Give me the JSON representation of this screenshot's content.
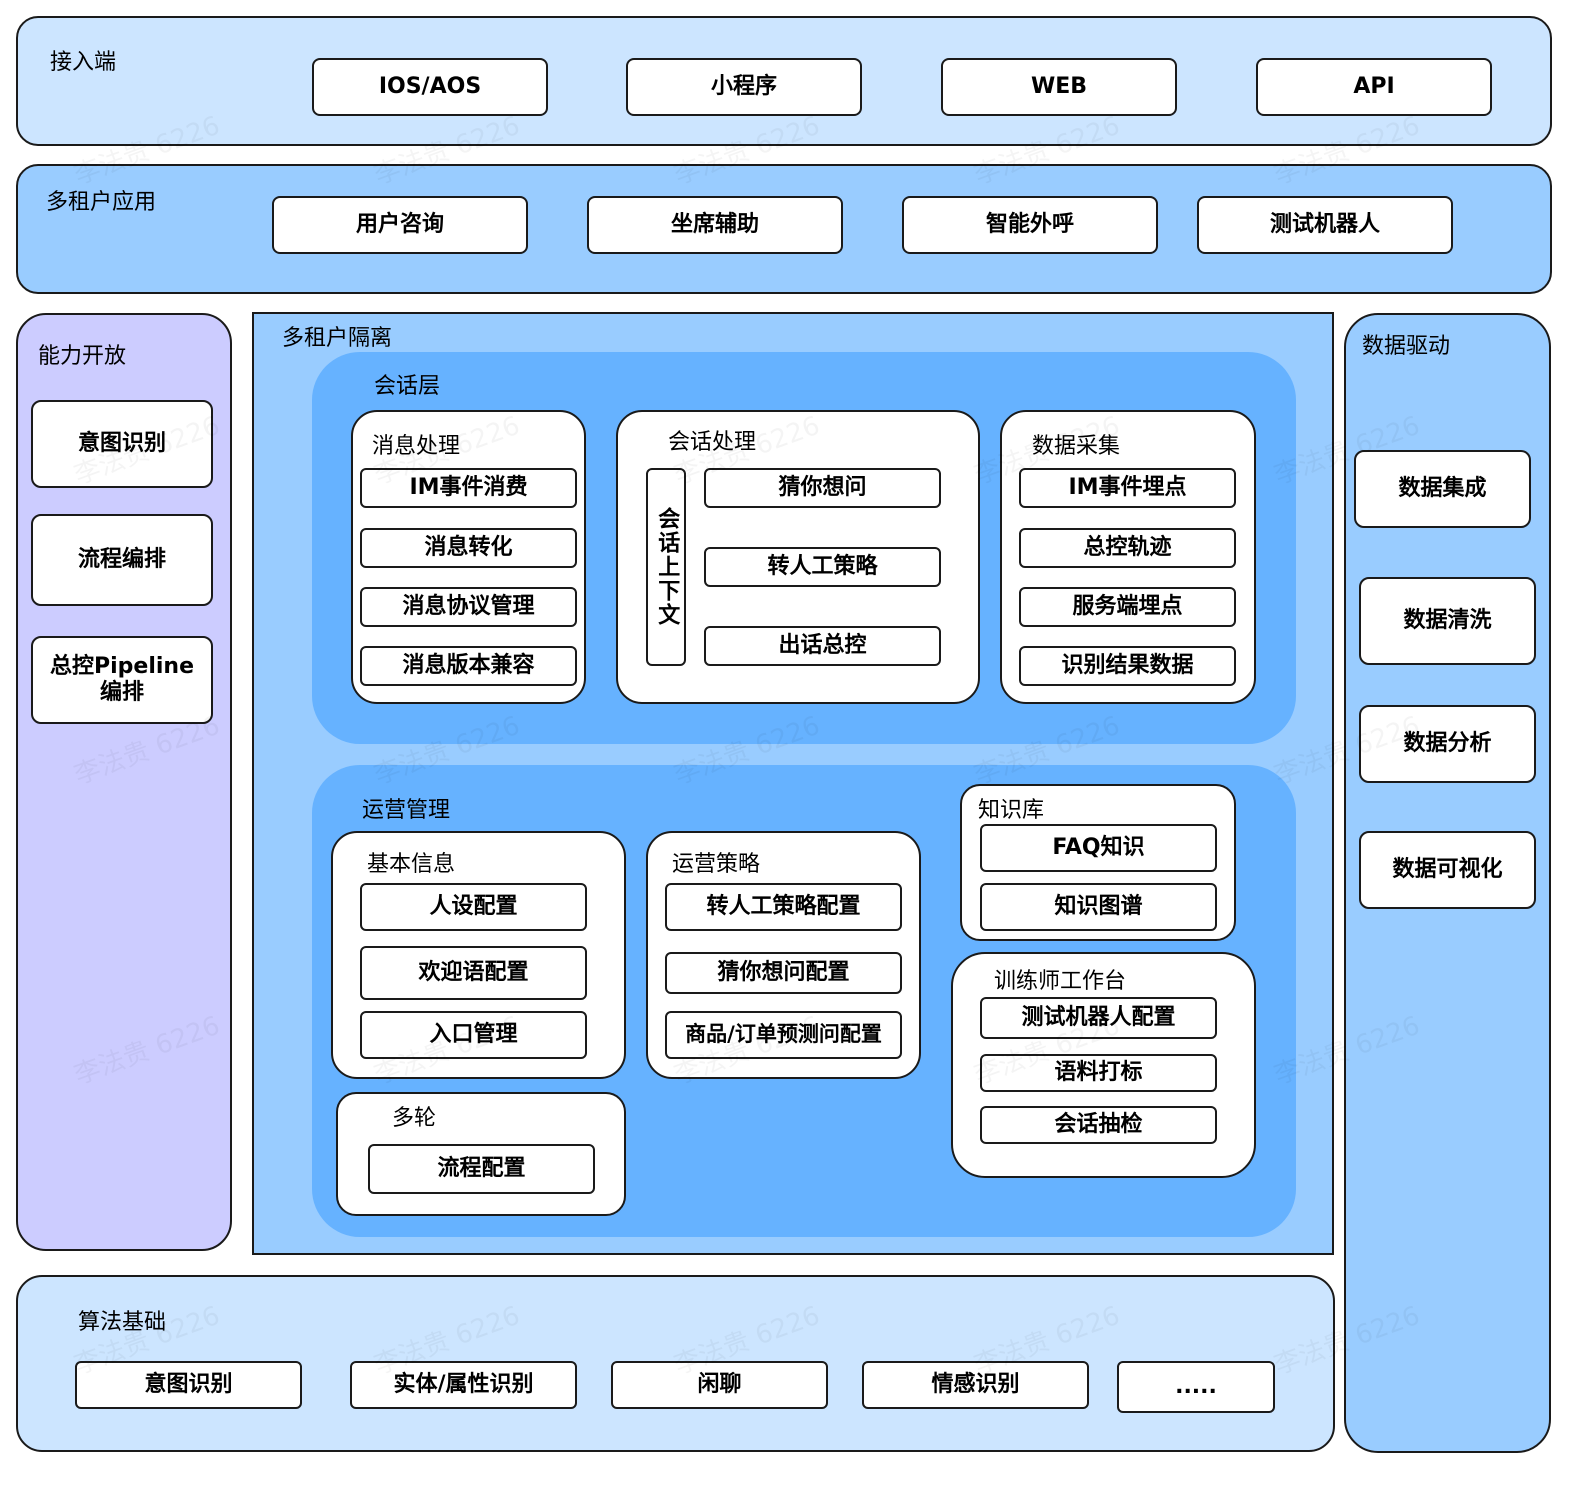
{
  "access": {
    "title": "接入端",
    "items": [
      "IOS/AOS",
      "小程序",
      "WEB",
      "API"
    ]
  },
  "multi_app": {
    "title": "多租户应用",
    "items": [
      "用户咨询",
      "坐席辅助",
      "智能外呼",
      "测试机器人"
    ]
  },
  "capability": {
    "title": "能力开放",
    "items": [
      "意图识别",
      "流程编排",
      "总控Pipeline\n编排"
    ]
  },
  "isolation": {
    "title": "多租户隔离"
  },
  "session_layer": {
    "title": "会话层",
    "message": {
      "title": "消息处理",
      "items": [
        "IM事件消费",
        "消息转化",
        "消息协议管理",
        "消息版本兼容"
      ]
    },
    "session": {
      "title": "会话处理",
      "context": "会话上下文",
      "items": [
        "猜你想问",
        "转人工策略",
        "出话总控"
      ]
    },
    "collect": {
      "title": "数据采集",
      "items": [
        "IM事件埋点",
        "总控轨迹",
        "服务端埋点",
        "识别结果数据"
      ]
    }
  },
  "ops": {
    "title": "运营管理",
    "basic": {
      "title": "基本信息",
      "items": [
        "人设配置",
        "欢迎语配置",
        "入口管理"
      ]
    },
    "strategy": {
      "title": "运营策略",
      "items": [
        "转人工策略配置",
        "猜你想问配置",
        "商品/订单预测问配置"
      ]
    },
    "kb": {
      "title": "知识库",
      "items": [
        "FAQ知识",
        "知识图谱"
      ]
    },
    "multi_turn": {
      "title": "多轮",
      "items": [
        "流程配置"
      ]
    },
    "trainer": {
      "title": "训练师工作台",
      "items": [
        "测试机器人配置",
        "语料打标",
        "会话抽检"
      ]
    }
  },
  "data_driven": {
    "title": "数据驱动",
    "items": [
      "数据集成",
      "数据清洗",
      "数据分析",
      "数据可视化"
    ]
  },
  "algo": {
    "title": "算法基础",
    "items": [
      "意图识别",
      "实体/属性识别",
      "闲聊",
      "情感识别",
      "....."
    ]
  },
  "watermark": "李法贵 6226"
}
